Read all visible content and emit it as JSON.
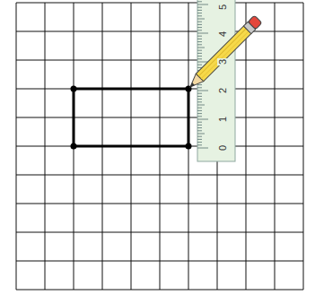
{
  "diagram": {
    "labels": [
      "0",
      "1",
      "2",
      "3",
      "4",
      "5"
    ]
  }
}
